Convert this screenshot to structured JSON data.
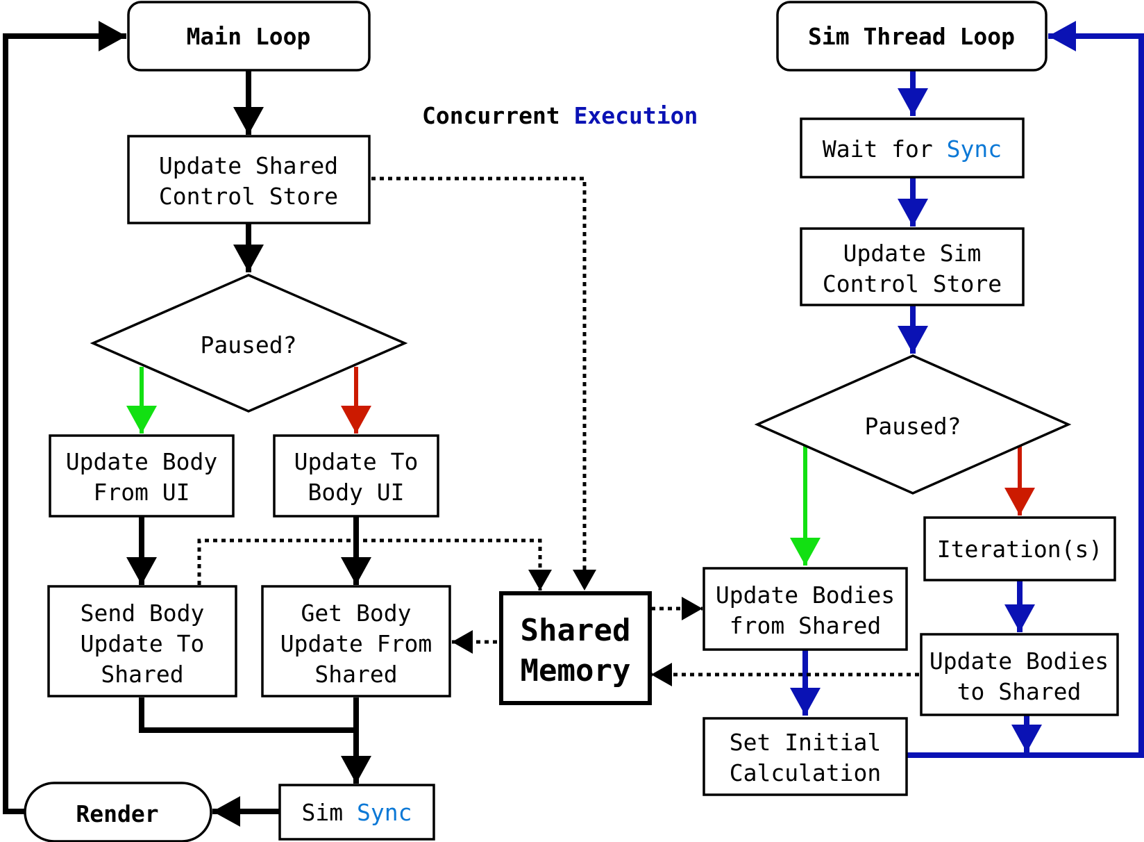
{
  "title": {
    "part1": "Concurrent",
    "part2": "Execution"
  },
  "nodes": {
    "main_loop": "Main Loop",
    "update_shared_control": [
      "Update Shared",
      "Control Store"
    ],
    "paused_left": "Paused?",
    "update_body_from_ui": [
      "Update Body",
      "From UI"
    ],
    "update_to_body_ui": [
      "Update To",
      "Body UI"
    ],
    "send_body_update": [
      "Send Body",
      "Update To",
      "Shared"
    ],
    "get_body_update": [
      "Get Body",
      "Update From",
      "Shared"
    ],
    "shared_memory": [
      "Shared",
      "Memory"
    ],
    "sim_sync": {
      "part1": "Sim",
      "part2": "Sync"
    },
    "render": "Render",
    "sim_thread_loop": "Sim Thread Loop",
    "wait_for_sync": {
      "part1": "Wait for",
      "part2": "Sync"
    },
    "update_sim_control": [
      "Update Sim",
      "Control Store"
    ],
    "paused_right": "Paused?",
    "update_bodies_from_shared": [
      "Update Bodies",
      "from Shared"
    ],
    "iterations": "Iteration(s)",
    "update_bodies_to_shared": [
      "Update Bodies",
      "to Shared"
    ],
    "set_initial_calc": [
      "Set Initial",
      "Calculation"
    ]
  },
  "colors": {
    "main_flow": "#000000",
    "sim_flow": "#0a12b4",
    "yes_branch": "#12e012",
    "no_branch": "#cc1a00",
    "sync_text": "#0b78d6",
    "execution_text": "#0a12b4"
  }
}
